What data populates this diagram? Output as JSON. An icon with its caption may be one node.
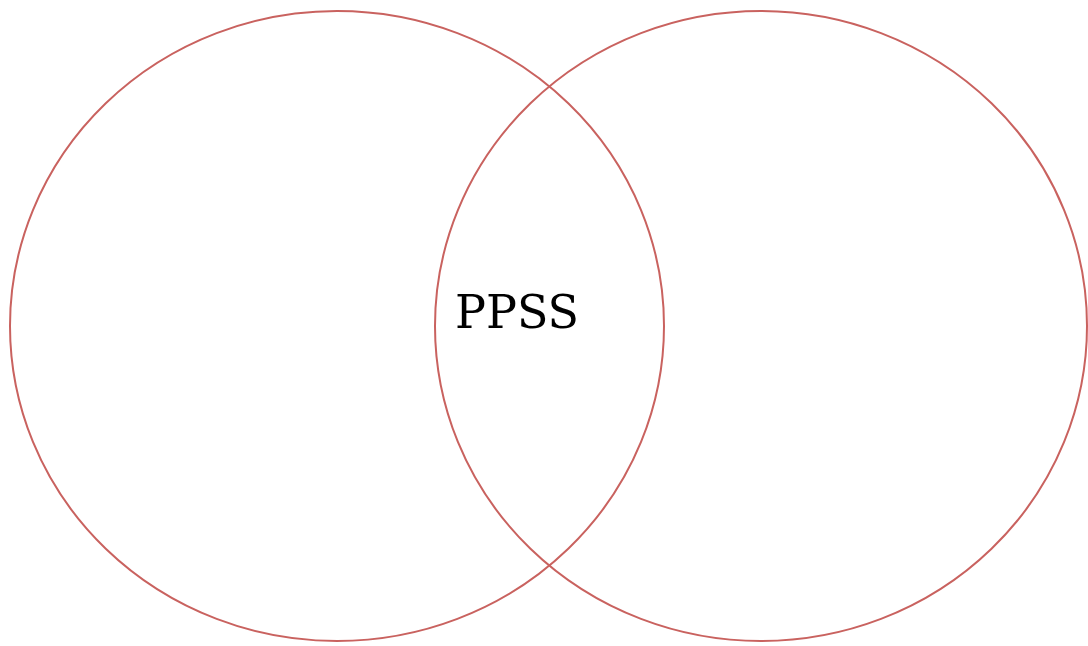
{
  "diagram": {
    "nodes": [
      {
        "text": [],
        "shape": "circle"
      },
      {
        "text": [],
        "shape": "circle"
      }
    ],
    "labels": [
      "PPSS"
    ]
  }
}
